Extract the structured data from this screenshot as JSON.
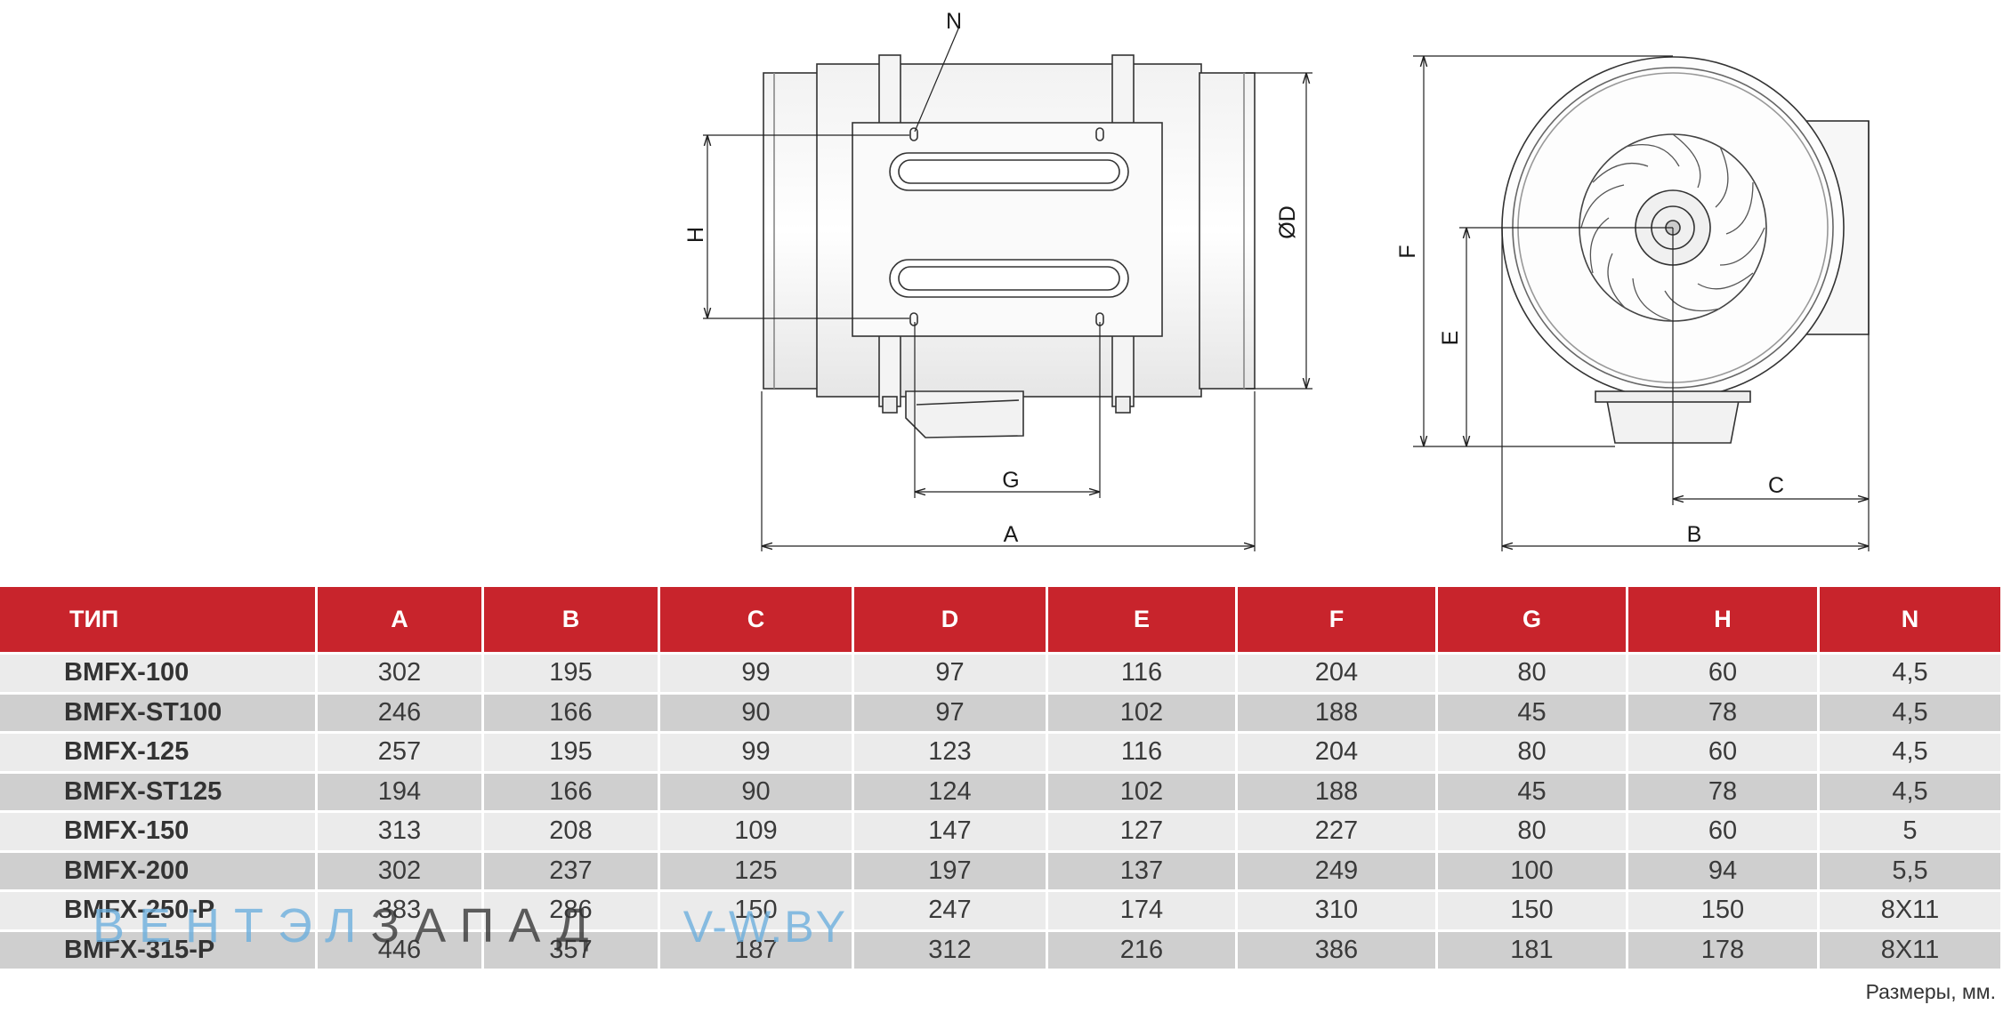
{
  "drawing": {
    "side_view_labels": {
      "h": "H",
      "d": "ØD",
      "g": "G",
      "a": "A",
      "n": "N"
    },
    "front_view_labels": {
      "f": "F",
      "e": "E",
      "c": "C",
      "b": "B"
    }
  },
  "table": {
    "headers": [
      "ТИП",
      "A",
      "B",
      "C",
      "D",
      "E",
      "F",
      "G",
      "H",
      "N"
    ],
    "rows": [
      [
        "BMFX-100",
        "302",
        "195",
        "99",
        "97",
        "116",
        "204",
        "80",
        "60",
        "4,5"
      ],
      [
        "BMFX-ST100",
        "246",
        "166",
        "90",
        "97",
        "102",
        "188",
        "45",
        "78",
        "4,5"
      ],
      [
        "BMFX-125",
        "257",
        "195",
        "99",
        "123",
        "116",
        "204",
        "80",
        "60",
        "4,5"
      ],
      [
        "BMFX-ST125",
        "194",
        "166",
        "90",
        "124",
        "102",
        "188",
        "45",
        "78",
        "4,5"
      ],
      [
        "BMFX-150",
        "313",
        "208",
        "109",
        "147",
        "127",
        "227",
        "80",
        "60",
        "5"
      ],
      [
        "BMFX-200",
        "302",
        "237",
        "125",
        "197",
        "137",
        "249",
        "100",
        "94",
        "5,5"
      ],
      [
        "BMFX-250-P",
        "383",
        "286",
        "150",
        "247",
        "174",
        "310",
        "150",
        "150",
        "8X11"
      ],
      [
        "BMFX-315-P",
        "446",
        "357",
        "187",
        "312",
        "216",
        "386",
        "181",
        "178",
        "8X11"
      ]
    ]
  },
  "watermark": {
    "part1": "ВЕНТЭЛ",
    "part2": "ЗАПАД",
    "part3": "V-W.BY"
  },
  "footer": {
    "units_note": "Размеры, мм."
  },
  "colors": {
    "header_bg": "#c8242c",
    "row_light": "#ebebeb",
    "row_dark": "#cfcfcf",
    "watermark_blue": "#6aaede"
  }
}
